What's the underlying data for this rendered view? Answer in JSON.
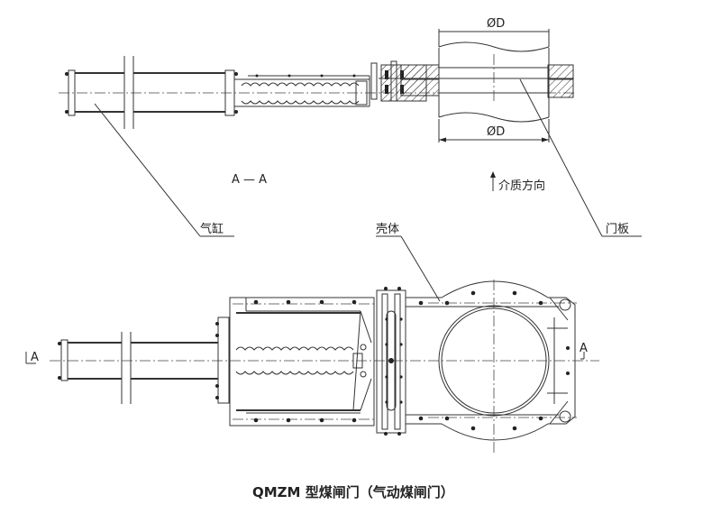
{
  "title": "QMZM 型煤闸门（气动煤闸门）",
  "section_view": {
    "label": "A — A",
    "dimension_top": "ØD",
    "dimension_bottom": "ØD",
    "flow_direction": "介质方向",
    "callout_cylinder": "气缸",
    "callout_gate_plate": "门板"
  },
  "plan_view": {
    "callout_body": "壳体",
    "section_mark_left": "A",
    "section_mark_right": "A"
  }
}
